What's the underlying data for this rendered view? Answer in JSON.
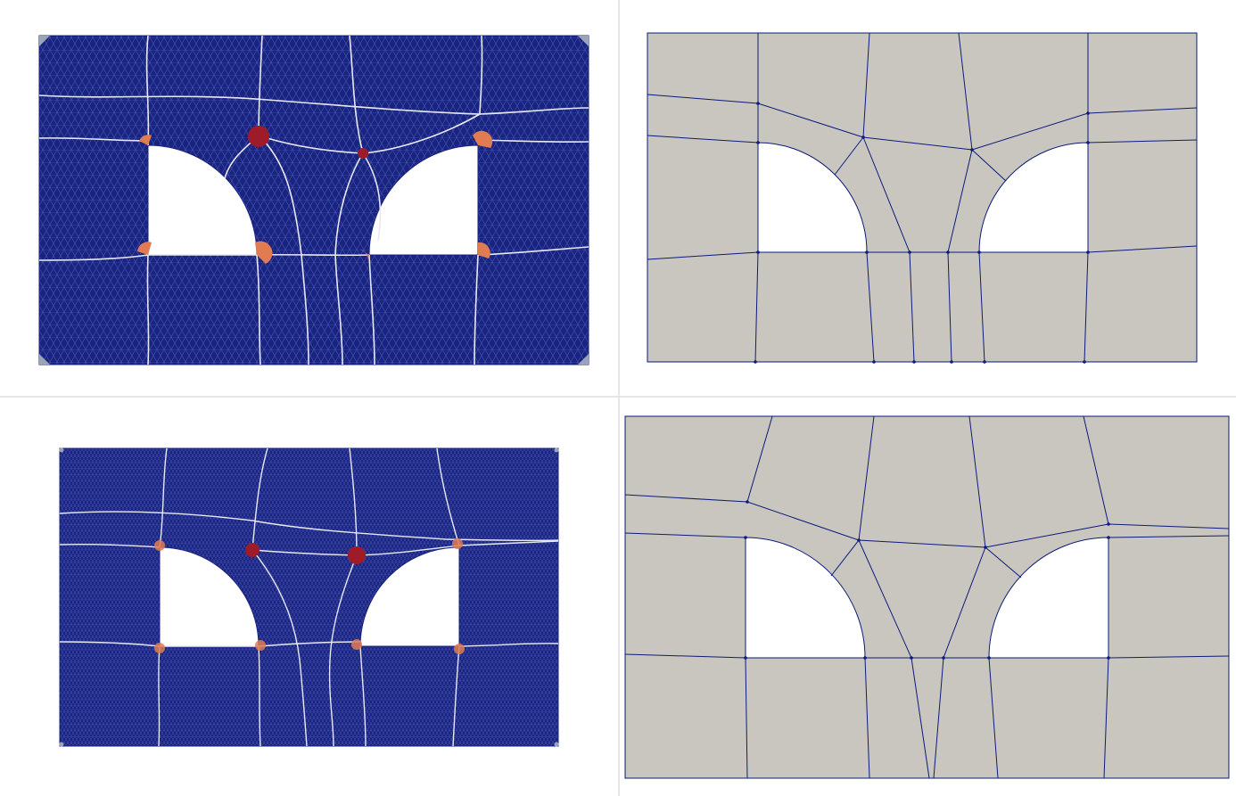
{
  "figure": {
    "panels": [
      {
        "id": "top-left",
        "kind": "triangle-mesh",
        "mesh_density": "coarse"
      },
      {
        "id": "top-right",
        "kind": "quad-layout"
      },
      {
        "id": "bottom-left",
        "kind": "triangle-mesh",
        "mesh_density": "fine"
      },
      {
        "id": "bottom-right",
        "kind": "quad-layout"
      }
    ],
    "colors": {
      "background": "#ffffff",
      "divider": "#e6e6e6",
      "mesh_fill": "#1a237e",
      "mesh_edges": "#3949ab",
      "separatrix": "#e8e8f4",
      "singularity_dark": "#9e1b2a",
      "singularity_light": "#e07b52",
      "corner_marker": "#9aa3b8",
      "quad_fill": "#c8c6bf",
      "quad_edge": "#0d1b7a"
    }
  }
}
